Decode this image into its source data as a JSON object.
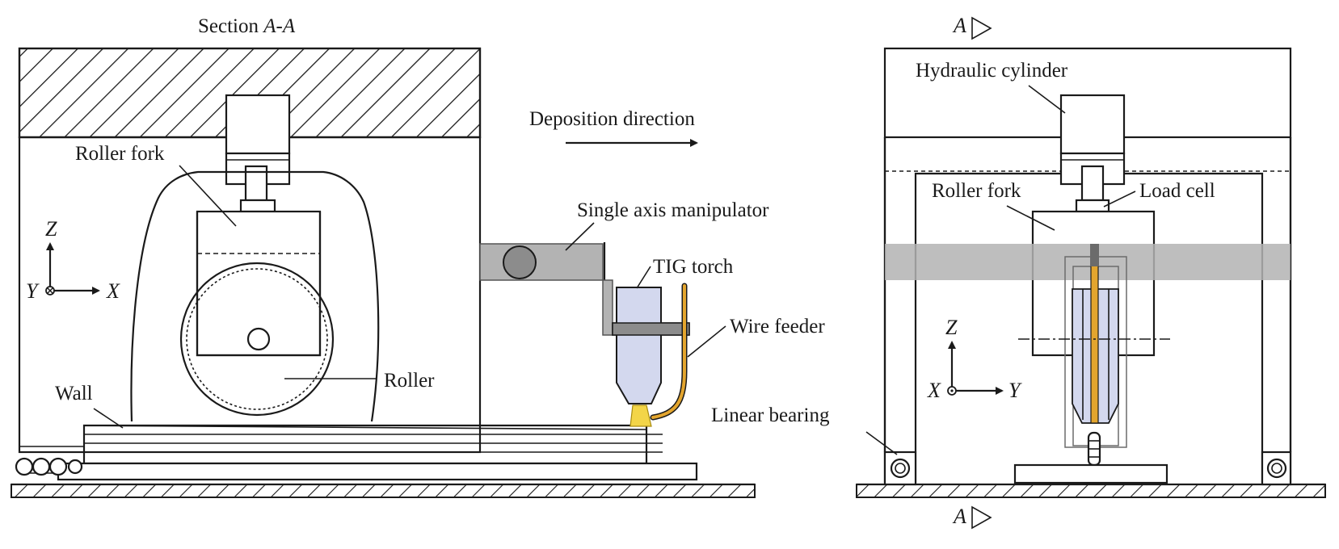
{
  "section_view": {
    "title_prefix": "Section ",
    "title_italic": "A-A",
    "labels": {
      "roller_fork": "Roller fork",
      "roller": "Roller",
      "wall": "Wall",
      "deposition_direction": "Deposition direction",
      "single_axis_manipulator": "Single axis manipulator",
      "tig_torch": "TIG torch",
      "wire_feeder": "Wire feeder"
    },
    "axes": {
      "vertical": "Z",
      "horizontal": "X",
      "out_of_plane": "Y"
    }
  },
  "side_view": {
    "labels": {
      "hydraulic_cylinder": "Hydraulic cylinder",
      "roller_fork": "Roller fork",
      "load_cell": "Load cell",
      "linear_bearing": "Linear bearing"
    },
    "axes": {
      "vertical": "Z",
      "horizontal": "Y",
      "out_of_plane": "X"
    },
    "section_marker_top": "A",
    "section_marker_bottom": "A"
  },
  "colors": {
    "line": "#1a1a1a",
    "manipulator_gray": "#b3b3b3",
    "torch_fill": "#d3d8ee",
    "wire_orange": "#e3a52e",
    "arc_yellow": "#f3d548"
  }
}
